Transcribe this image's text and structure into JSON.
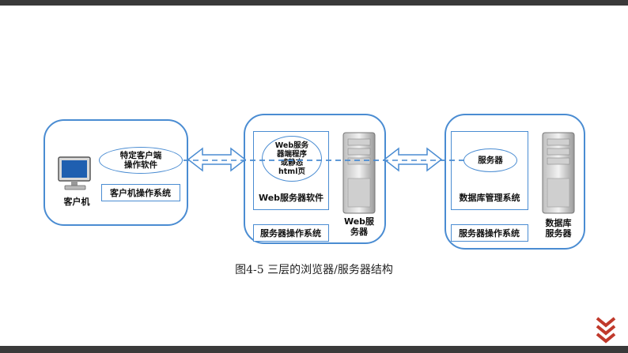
{
  "client": {
    "app_oval": "特定客户端\n操作软件",
    "os_box": "客户机操作系统",
    "label": "客户机"
  },
  "web": {
    "oval": "Web服务\n器端程序\n或静态\nhtml页",
    "software_label": "Web服务器软件",
    "os_box": "服务器操作系统",
    "server_label": "Web服\n务器"
  },
  "db": {
    "oval": "服务器",
    "dbms_label": "数据库管理系统",
    "os_box": "服务器操作系统",
    "server_label": "数据库\n服务器"
  },
  "caption": "图4-5  三层的浏览器/服务器结构",
  "colors": {
    "accent": "#4a8cd2",
    "bar": "#3a3a3a",
    "chevron": "#c0392b"
  }
}
